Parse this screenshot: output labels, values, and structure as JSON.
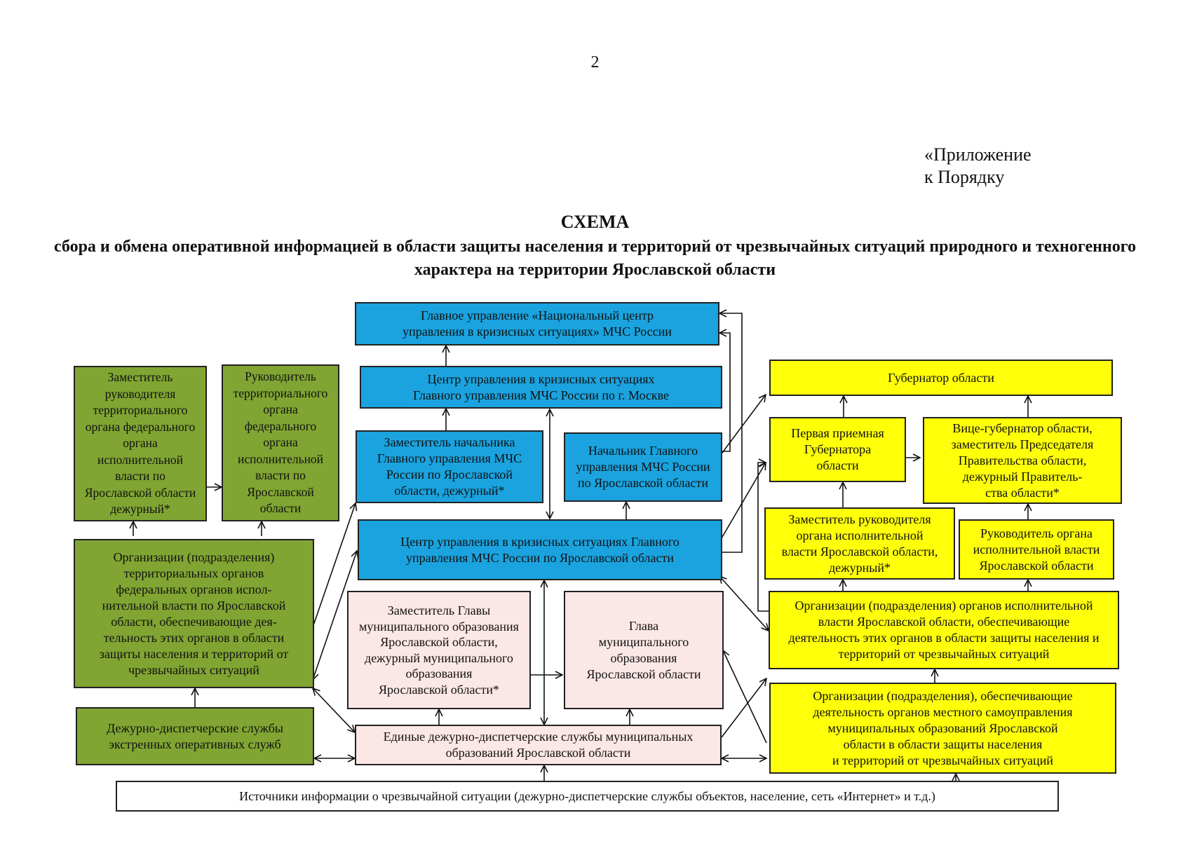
{
  "page_number": "2",
  "appendix": {
    "line1": "«Приложение",
    "line2": "к Порядку"
  },
  "title": "СХЕМА",
  "subtitle": "сбора и обмена оперативной информацией в области защиты населения и территорий от чрезвычайных ситуаций природного и техногенного характера на территории Ярославской области",
  "boxes": {
    "ncuks": "Главное управление «Национальный центр\nуправления в кризисных ситуациях» МЧС России",
    "cuks_moscow": "Центр управления в кризисных ситуациях\nГлавного управления МЧС России по г. Москве",
    "deputy_head_mchs": "Заместитель начальника\nГлавного управления МЧС\nРоссии по Ярославской\nобласти, дежурный*",
    "head_mchs": "Начальник Главного\nуправления МЧС России\nпо Ярославской области",
    "cuks_yar": "Центр управления в кризисных ситуациях Главного\nуправления МЧС России по Ярославской области",
    "deputy_fed": "Заместитель\nруководителя\nтерриториального\nоргана федерального\nоргана\nисполнительной\nвласти по\nЯрославской области\nдежурный*",
    "head_fed": "Руководитель\nтерриториального\nоргана\nфедерального\nоргана\nисполнительной\nвласти по\nЯрославской\nобласти",
    "fed_orgs": "Организации (подразделения)\nтерриториальных органов\nфедеральных органов испол-\nнительной власти по Ярославской\nобласти, обеспечивающие дея-\nтельность этих органов в области\nзащиты населения и территорий от\nчрезвычайных ситуаций",
    "dds": "Дежурно-диспетчерские службы\nэкстренных оперативных служб",
    "deputy_mun": "Заместитель Главы\nмуниципального образования\nЯрославской области,\nдежурный муниципального\nобразования\nЯрославской области*",
    "head_mun": "Глава\nмуниципального\nобразования\nЯрославской области",
    "edds": "Единые дежурно-диспетчерские службы муниципальных\nобразований Ярославской области",
    "governor": "Губернатор области",
    "reception": "Первая приемная\nГубернатора\nобласти",
    "vice_gov": "Вице-губернатор области,\nзаместитель Председателя\nПравительства области,\nдежурный Правитель-\nства области*",
    "deputy_reg": "Заместитель руководителя\nоргана исполнительной\nвласти Ярославской области,\nдежурный*",
    "head_reg": "Руководитель органа\nисполнительной власти\nЯрославской области",
    "reg_orgs": "Организации (подразделения) органов исполнительной\nвласти Ярославской области, обеспечивающие\nдеятельность этих органов в области защиты населения и\nтерриторий от чрезвычайных ситуаций",
    "mun_orgs": "Организации (подразделения), обеспечивающие\nдеятельность органов местного самоуправления\nмуниципальных образований Ярославской\nобласти в области защиты населения\nи территорий от чрезвычайных ситуаций",
    "sources": "Источники информации о чрезвычайной ситуации (дежурно-диспетчерские службы объектов, население, сеть «Интернет» и т.д.)"
  },
  "colors": {
    "blue": "#1aa3df",
    "green": "#80a532",
    "yellow": "#ffff0a",
    "pink": "#fbe7e5",
    "white": "#ffffff"
  }
}
